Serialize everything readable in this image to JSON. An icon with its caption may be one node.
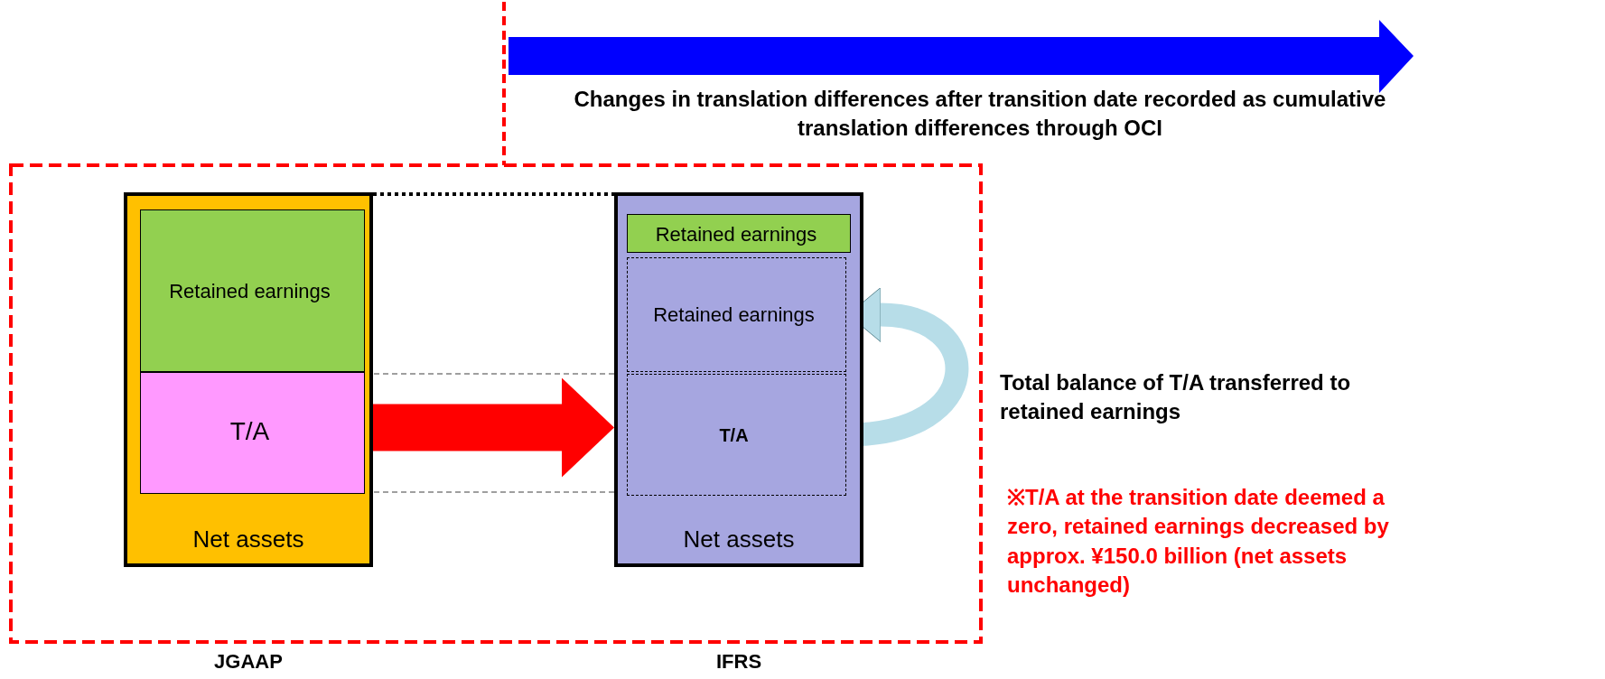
{
  "diagram": {
    "nodes": [
      {
        "text": [
          "Net assets"
        ]
      },
      {
        "text": [
          "Retained earnings"
        ],
        "in": 0
      },
      {
        "text": [
          "T/A"
        ],
        "in": 0
      },
      {
        "text": [
          "Net assets"
        ]
      },
      {
        "text": [
          "Retained earnings"
        ],
        "in": 3
      },
      {
        "text": [
          "Retained earnings"
        ],
        "in": 3
      },
      {
        "text": [
          "T/A"
        ],
        "in": 3
      }
    ],
    "edges": [
      {
        "from": 0,
        "to": 3,
        "arrow": "to",
        "style": "thick",
        "color": "#ff0000"
      },
      {
        "from": 6,
        "to": 5,
        "arrow": "to",
        "style": "thick",
        "color": "#b7dde8"
      },
      {
        "from": 0,
        "to": 3,
        "arrow": "none",
        "style": "dashed",
        "color": "#000000"
      },
      {
        "from": 2,
        "to": 6,
        "arrow": "none",
        "style": "dashed",
        "color": "#808080"
      },
      {
        "from": 2,
        "to": 6,
        "arrow": "none",
        "style": "dashed",
        "color": "#808080"
      }
    ],
    "labels": [
      "JGAAP",
      "IFRS",
      "Changes in translation differences after transition date recorded as cumulative translation differences through OCI",
      "Total balance of T/A transferred to retained earnings",
      "※T/A at the transition date deemed a zero, retained earnings decreased by approx. ¥150.0 billion (net assets unchanged)"
    ]
  }
}
